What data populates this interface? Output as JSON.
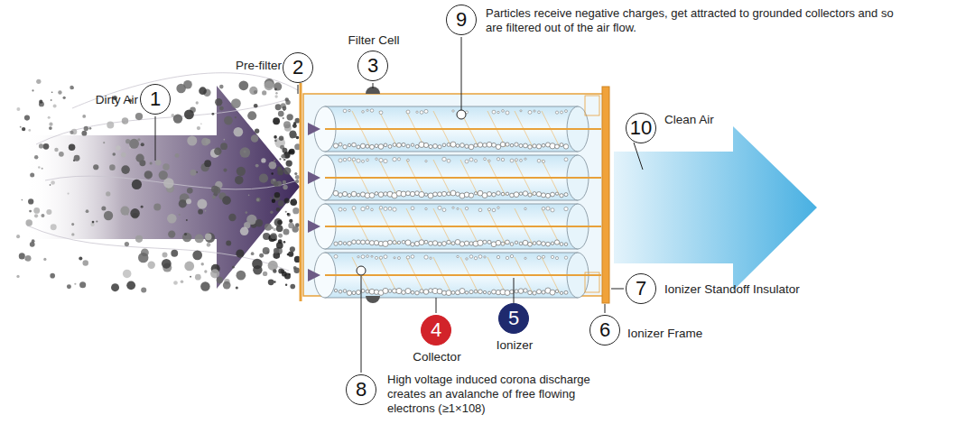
{
  "diagram": {
    "nodes": [
      {
        "text": [
          "1",
          "Dirty Air"
        ]
      },
      {
        "text": [
          "2",
          "Pre-filter"
        ]
      },
      {
        "text": [
          "3",
          "Filter Cell"
        ]
      },
      {
        "text": [
          "4",
          "Collector"
        ]
      },
      {
        "text": [
          "5",
          "Ionizer"
        ]
      },
      {
        "text": [
          "6",
          "Ionizer Frame"
        ]
      },
      {
        "text": [
          "7",
          "Ionizer Standoff Insulator"
        ]
      },
      {
        "text": [
          "8",
          "High voltage induced corona discharge creates an avalanche of free flowing electrons (≥1×108)"
        ]
      },
      {
        "text": [
          "9",
          "Particles receive negative charges, get attracted to grounded collectors and so are filtered out of the air flow."
        ]
      },
      {
        "text": [
          "10",
          "Clean Air"
        ]
      }
    ]
  }
}
